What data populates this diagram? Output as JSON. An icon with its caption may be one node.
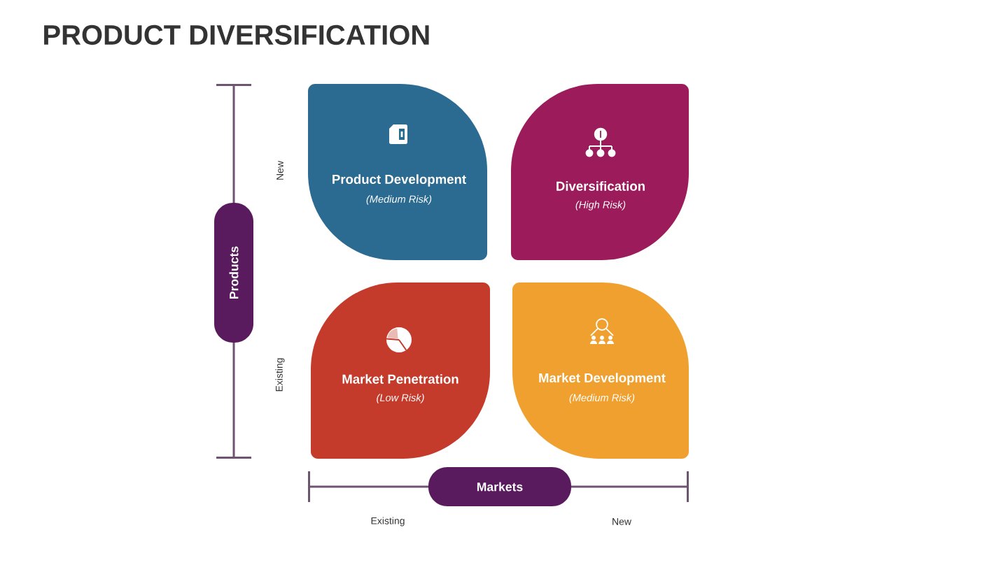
{
  "diagram": {
    "title": "PRODUCT DIVERSIFICATION",
    "nodes": [
      {
        "text": [
          "Product Development",
          "(Medium Risk)"
        ]
      },
      {
        "text": [
          "Diversification",
          "(High Risk)"
        ]
      },
      {
        "text": [
          "Market Penetration",
          "(Low Risk)"
        ]
      },
      {
        "text": [
          "Market Development",
          "(Medium Risk)"
        ]
      },
      {
        "text": [
          "Products"
        ]
      },
      {
        "text": [
          "Markets"
        ]
      }
    ],
    "labels": [
      "New",
      "Existing",
      "Existing",
      "New"
    ]
  }
}
